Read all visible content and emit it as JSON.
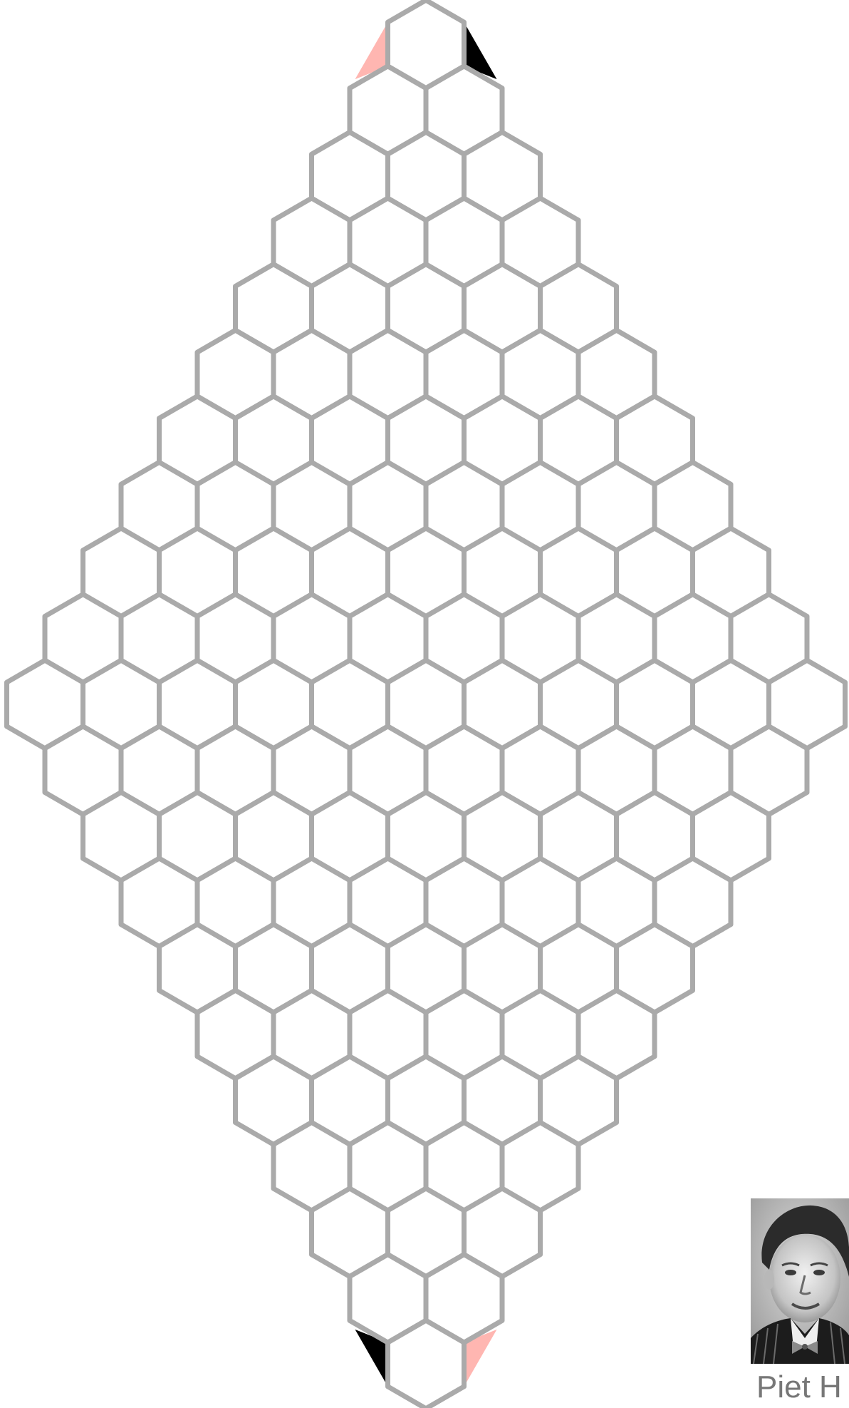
{
  "game": {
    "name": "Hex",
    "board_size": 11,
    "colors": {
      "cell_fill": "#ffffff",
      "cell_stroke": "#aaaaaa",
      "player_black": "#000000",
      "player_pink": "#ffb6b1"
    },
    "edges": {
      "upper_left": "player_pink",
      "upper_right": "player_black",
      "lower_left": "player_black",
      "lower_right": "player_pink"
    }
  },
  "portrait": {
    "icon": "portrait-photo",
    "caption": "Piet H"
  }
}
